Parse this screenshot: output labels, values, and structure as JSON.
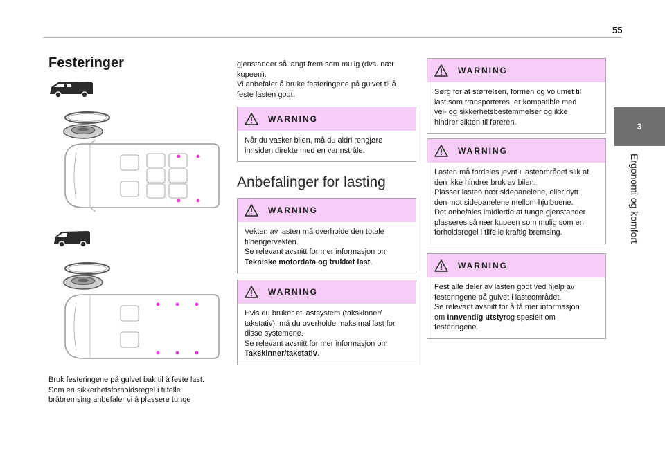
{
  "header": {
    "page_number": "55"
  },
  "side": {
    "chapter_number": "3",
    "chapter_title": "Ergonomi og komfort"
  },
  "col1": {
    "title": "Festeringer",
    "text_lines": [
      "Bruk festeringene på gulvet bak til å feste last.",
      "Som en sikkerhetsforholdsregel i tilfelle",
      "bråbremsing anbefaler vi å plassere tunge"
    ]
  },
  "col2": {
    "intro_lines": [
      "gjenstander så langt frem som mulig (dvs. nær",
      "kupeen).",
      "Vi anbefaler å bruke festeringene på gulvet til å",
      "feste lasten godt."
    ],
    "heading": "Anbefalinger for lasting"
  },
  "warnings": [
    {
      "title": "WARNING",
      "lines": [
        "Når du vasker bilen, må du aldri rengjøre",
        "innsiden direkte med en vannstråle."
      ]
    },
    {
      "title": "WARNING",
      "lines": [
        "Vekten av lasten må overholde den totale",
        "tilhengervekten.",
        "Se relevant avsnitt for mer informasjon om"
      ],
      "bold": "Tekniske motordata og trukket last",
      "tail": "."
    },
    {
      "title": "WARNING",
      "lines": [
        "Hvis du bruker et lastsystem (takskinner/",
        "takstativ), må du overholde maksimal last for",
        "disse systemene.",
        "Se relevant avsnitt for mer informasjon om"
      ],
      "bold": "Takskinner/takstativ",
      "tail": "."
    },
    {
      "title": "WARNING",
      "lines": [
        "Sørg for at størrelsen, formen og volumet til",
        "last som transporteres, er kompatible med",
        "vei- og sikkerhetsbestemmelser og ikke",
        "hindrer sikten til føreren."
      ]
    },
    {
      "title": "WARNING",
      "lines": [
        "Lasten må fordeles jevnt i lasteområdet slik at",
        "den ikke hindrer bruk av bilen.",
        "Plasser lasten nær sidepanelene, eller dytt",
        "den mot sidepanelene mellom hjulbuene.",
        "Det anbefales imidlertid at tunge gjenstander",
        "plasseres så nær kupeen som mulig som en",
        "forholdsregel i tilfelle kraftig bremsing."
      ]
    },
    {
      "title": "WARNING",
      "lines": [
        "Fest alle deler av lasten godt ved hjelp av",
        "festeringene på gulvet i lasteområdet.",
        "Se relevant avsnitt for å få mer informasjon"
      ],
      "prefix": "om ",
      "bold": "Innvendig utstyr",
      "tail": "og spesielt om",
      "after": [
        "festeringene."
      ]
    }
  ],
  "colors": {
    "warning_header": "#f6cdf6",
    "marker": "#e83bd6",
    "side_tab": "#6f6f6f"
  },
  "icons": [
    "warning-triangle-icon",
    "van-icon",
    "tie-down-ring-icon"
  ]
}
